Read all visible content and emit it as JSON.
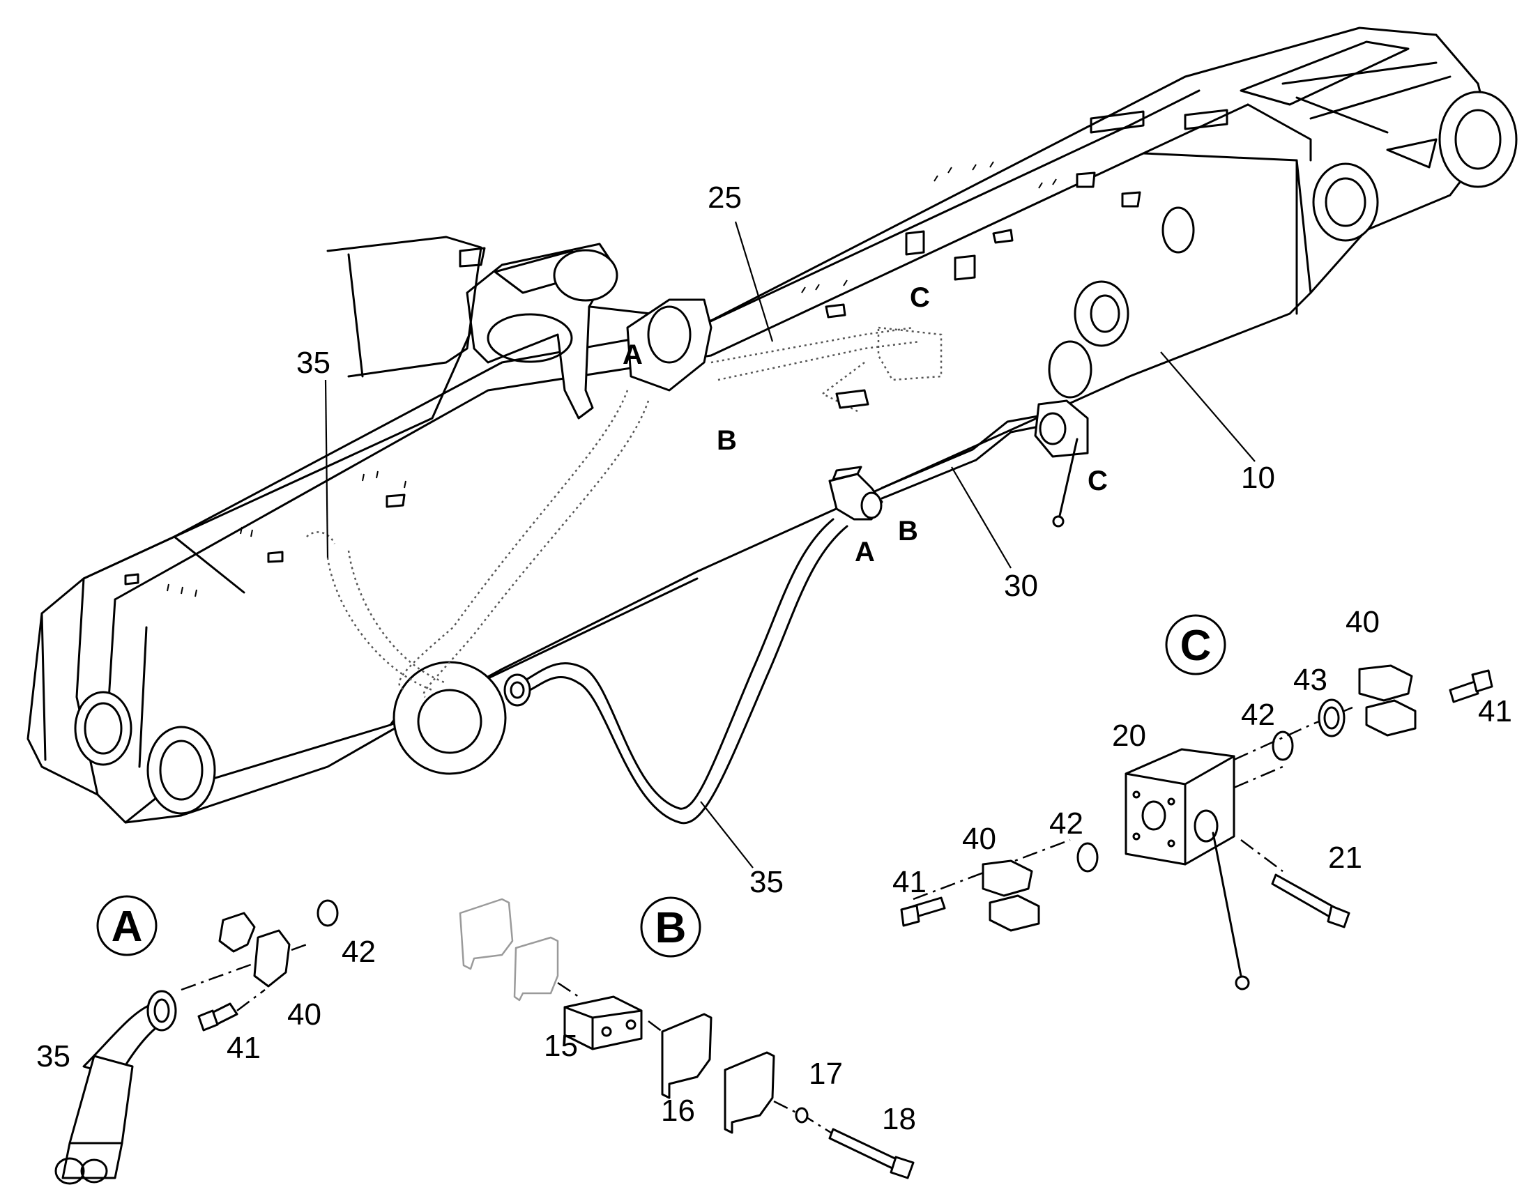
{
  "parts": {
    "p10": "10",
    "p15": "15",
    "p16": "16",
    "p17": "17",
    "p18": "18",
    "p20": "20",
    "p21": "21",
    "p25": "25",
    "p30": "30",
    "p35a": "35",
    "p35b": "35",
    "p35c": "35",
    "p40a": "40",
    "p40b": "40",
    "p40c": "40",
    "p41a": "41",
    "p41b": "41",
    "p41c": "41",
    "p42a": "42",
    "p42b": "42",
    "p42c": "42",
    "p43": "43"
  },
  "refs": {
    "a_top": "A",
    "b_top": "B",
    "c_top": "C",
    "a_hose": "A",
    "b_hose": "B",
    "c_valve": "C"
  },
  "details": {
    "a": "A",
    "b": "B",
    "c": "C"
  }
}
